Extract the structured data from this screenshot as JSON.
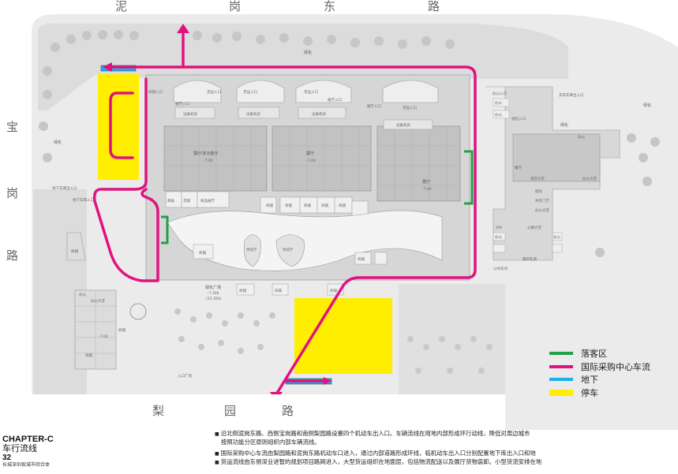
{
  "roads": {
    "north": [
      "泥",
      "岗",
      "东",
      "路"
    ],
    "west": [
      "宝",
      "岗",
      "路"
    ],
    "south": [
      "梨",
      "园",
      "路"
    ]
  },
  "labels": {
    "greening_1": "绿化",
    "greening_2": "绿化",
    "greening_3": "绿化",
    "greening_4": "绿化",
    "shops_entry": "商铺入口",
    "cargo_entry_1": "货运入口",
    "cargo_entry_2": "货运入口",
    "cargo_entry_3": "货运入口",
    "cargo_entry_4": "货运入口",
    "hall_entry_1": "展厅入口",
    "hall_entry_2": "展厅入口",
    "hall_entry_3": "展厅入口",
    "equip_1": "设备机房",
    "equip_2": "设备机房",
    "equip_3": "设备机房",
    "equip_4": "设备机房",
    "hall_multi": "展厅/多功能厅",
    "hall_multi_elev": "-7.00",
    "hall_1": "展厅",
    "hall_1_elev": "-7.00",
    "hall_2": "展厅",
    "hall_2_elev": "-7.00",
    "shop_a": "商铺",
    "shop_b": "商铺",
    "shop_c": "商铺",
    "shop_d": "商铺",
    "shop_e": "商铺",
    "shop_f": "商铺",
    "shop_g": "商铺",
    "shop_h": "商铺",
    "shop_i": "商铺",
    "shop_j": "商铺",
    "storage": "库备",
    "shop_row_1": "货铺",
    "shop_row_2": "商品展厅",
    "experience_1": "体验厅",
    "experience_2": "体验厅",
    "green_plaza": "绿化广场",
    "green_plaza_elev": "-7.300",
    "green_plaza_elev2": "(15.300)",
    "basement_exit": "地下车库出入口",
    "basement_entry": "地下车库入口",
    "office_entry": "办公入口",
    "hotel_entry": "酒店入口",
    "cargo_top_right": "货车车库出入口",
    "office_1": "办公",
    "office_2": "办公",
    "office_3": "办公",
    "office_4": "办公",
    "office_5": "办公",
    "office_lobby": "办公大堂",
    "office_lobby_2": "办公大堂",
    "hotel_lobby": "酒店大堂",
    "restaurant": "餐厅",
    "kitchen": "厨房",
    "spa": "SPA",
    "public_lobby": "公寓大堂",
    "bus_stop": "公共车间",
    "temp_parking": "临时车道",
    "apartment_entry": "共享门厅",
    "square_entry": "入口广场",
    "office_hall_l": "办公大堂",
    "office_l": "办公",
    "shop_l1": "商铺",
    "shop_l2": "商铺",
    "shop_l3": "商铺",
    "elev_l": "-7.00"
  },
  "legend": [
    {
      "label": "落客区",
      "color": "#22a04a"
    },
    {
      "label": "国际采购中心车流",
      "color": "#e0127f"
    },
    {
      "label": "地下",
      "color": "#1ab0e8"
    },
    {
      "label": "停车",
      "color": "#ffee00"
    }
  ],
  "chapter": {
    "title": "CHAPTER-C",
    "subtitle": "车行流线",
    "page": "32",
    "project": "长城深圳坂城市综合体"
  },
  "notes": [
    "沿北侧泥岗东路、西侧宝岗路和南侧梨园路设置四个机动车出入口。车辆流线在用地内部形成环行动线，降低对周边城市",
    "按照功能分区原则组织内部车辆流线。",
    "国际采购中心车流由梨园路和泥岗东路机动车口进入，通过内部道路形成环线，临机动车出入口分别配置地下库出入口和地",
    "货运流线由东侧深业进智的规划项目路网进入，大型货运组织在地面层，包括物流配送以及展厅货物装卸。小型货流安排在地"
  ],
  "colors": {
    "pink": "#e0127f",
    "green": "#22a04a",
    "blue": "#1ab0e8",
    "yellow": "#ffee00",
    "site": "#e8e8e8",
    "building": "#d4d4d4"
  }
}
